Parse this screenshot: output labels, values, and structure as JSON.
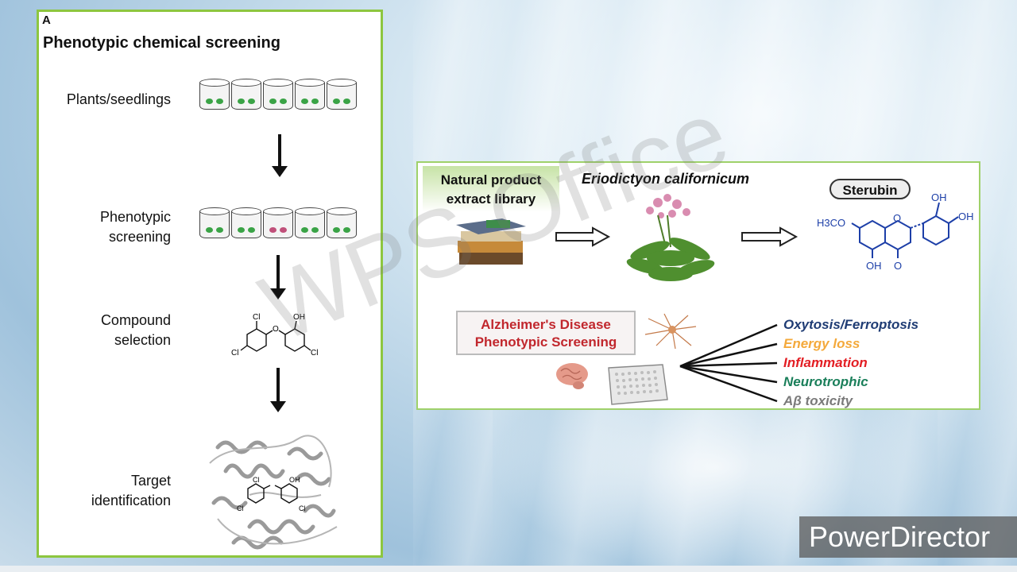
{
  "panel_a": {
    "letter": "A",
    "title": "Phenotypic chemical screening",
    "steps": [
      {
        "line1": "Plants/seedlings",
        "line2": ""
      },
      {
        "line1": "Phenotypic",
        "line2": "screening"
      },
      {
        "line1": "Compound",
        "line2": "selection"
      },
      {
        "line1": "Target",
        "line2": "identification"
      }
    ],
    "molecule_labels": {
      "cl": "Cl",
      "oh": "OH",
      "o": "O"
    }
  },
  "panel_b": {
    "library_label_line1": "Natural product",
    "library_label_line2": "extract library",
    "species": "Eriodictyon californicum",
    "compound_name": "Sterubin",
    "structure_labels": {
      "h3co": "H3CO",
      "oh": "OH",
      "o": "O"
    },
    "ad_box_line1": "Alzheimer's Disease",
    "ad_box_line2": "Phenotypic Screening",
    "outcomes": [
      {
        "label": "Oxytosis/Ferroptosis",
        "color": "#1f3c74"
      },
      {
        "label": "Energy loss",
        "color": "#f4a93b"
      },
      {
        "label": "Inflammation",
        "color": "#e31e24"
      },
      {
        "label": "Neurotrophic",
        "color": "#1a7f5a"
      },
      {
        "label": "Aβ toxicity",
        "color": "#7a7a7a"
      }
    ]
  },
  "watermark": "WPS Office",
  "branding": "PowerDirector"
}
